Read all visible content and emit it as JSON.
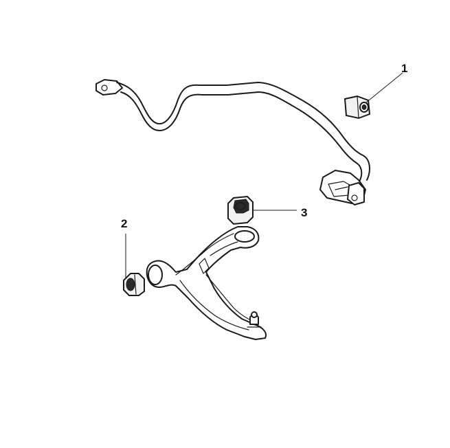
{
  "callouts": [
    {
      "number": "1",
      "part": "stabilizer-bar-bushing"
    },
    {
      "number": "2",
      "part": "control-arm-front-bushing"
    },
    {
      "number": "3",
      "part": "control-arm-rear-bushing"
    }
  ]
}
